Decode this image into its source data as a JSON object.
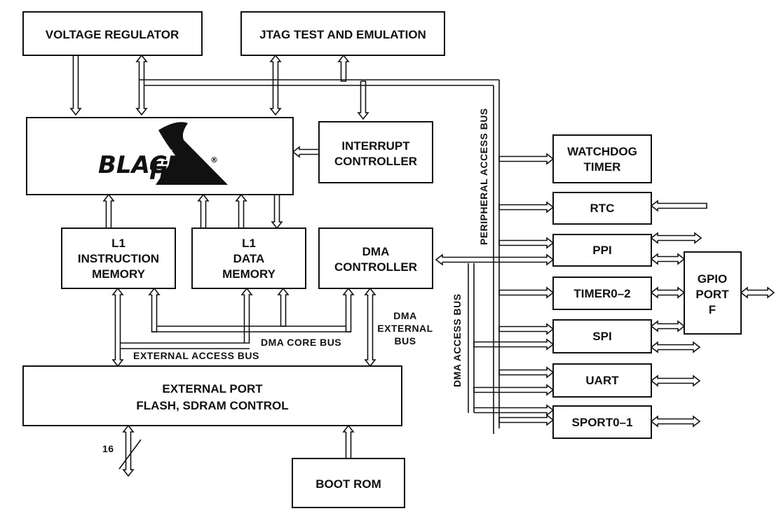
{
  "blocks": {
    "voltage_regulator": "VOLTAGE REGULATOR",
    "jtag": "JTAG TEST AND EMULATION",
    "interrupt": [
      "INTERRUPT",
      "CONTROLLER"
    ],
    "l1_instruction": [
      "L1",
      "INSTRUCTION",
      "MEMORY"
    ],
    "l1_data": [
      "L1",
      "DATA",
      "MEMORY"
    ],
    "dma_controller": [
      "DMA",
      "CONTROLLER"
    ],
    "external_port": [
      "EXTERNAL PORT",
      "FLASH, SDRAM CONTROL"
    ],
    "boot_rom": "BOOT ROM",
    "watchdog": [
      "WATCHDOG",
      "TIMER"
    ],
    "rtc": "RTC",
    "ppi": "PPI",
    "timer": "TIMER0–2",
    "spi": "SPI",
    "uart": "UART",
    "sport": "SPORT0–1",
    "gpio": [
      "GPIO",
      "PORT",
      "F"
    ]
  },
  "logo": {
    "text_black": "BLACK",
    "text_fin": "fin",
    "mark": "®"
  },
  "buses": {
    "peripheral_access": "PERIPHERAL ACCESS BUS",
    "dma_access": "DMA ACCESS BUS",
    "dma_external": [
      "DMA",
      "EXTERNAL",
      "BUS"
    ],
    "dma_core": "DMA CORE BUS",
    "external_access": "EXTERNAL ACCESS BUS",
    "bus_width": "16"
  }
}
